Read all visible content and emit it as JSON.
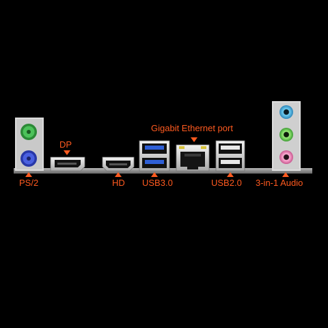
{
  "colors": {
    "accent": "#ff5a1f",
    "plate": "#9a9a9a",
    "bracket": "#d8d8d8",
    "ps2_mouse": "#3ea84a",
    "ps2_keyboard": "#3448c8",
    "audio_blue": "#3aa6d8",
    "audio_green": "#58c84a",
    "audio_pink": "#e070a8"
  },
  "labels": {
    "ps2": "PS/2",
    "dp": "DP",
    "hd": "HD",
    "usb3": "USB3.0",
    "ethernet": "Gigabit Ethernet port",
    "usb2": "USB2.0",
    "audio": "3-in-1 Audio"
  },
  "icons": {
    "ps2_port": "ps2-port-icon",
    "displayport": "displayport-icon",
    "hdmi": "hdmi-icon",
    "usb3": "usb3-port-icon",
    "ethernet": "rj45-port-icon",
    "usb2": "usb2-port-icon",
    "audio_jack": "audio-jack-icon"
  }
}
